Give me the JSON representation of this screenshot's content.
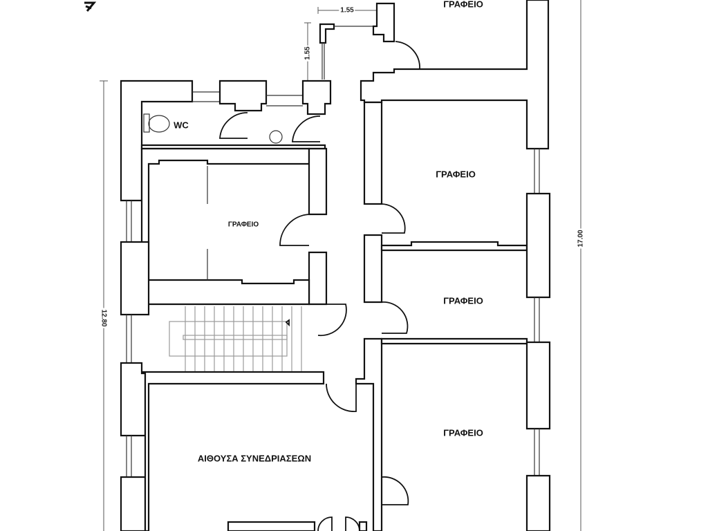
{
  "plan": {
    "rooms": {
      "office_top": "ΓΡΑΦΕΙΟ",
      "office_right_1": "ΓΡΑΦΕΙΟ",
      "office_left": "ΓΡΑΦΕΙΟ",
      "office_right_2": "ΓΡΑΦΕΙΟ",
      "office_right_3": "ΓΡΑΦΕΙΟ",
      "conference": "ΑΙΘΟΥΣΑ ΣΥΝΕΔΡΙΑΣΕΩΝ",
      "wc": "WC"
    },
    "dimensions": {
      "top_width": "1.55",
      "top_depth": "1.55",
      "left_length": "12.80",
      "right_length": "17.00"
    },
    "north_arrow": "north-arrow-icon"
  }
}
